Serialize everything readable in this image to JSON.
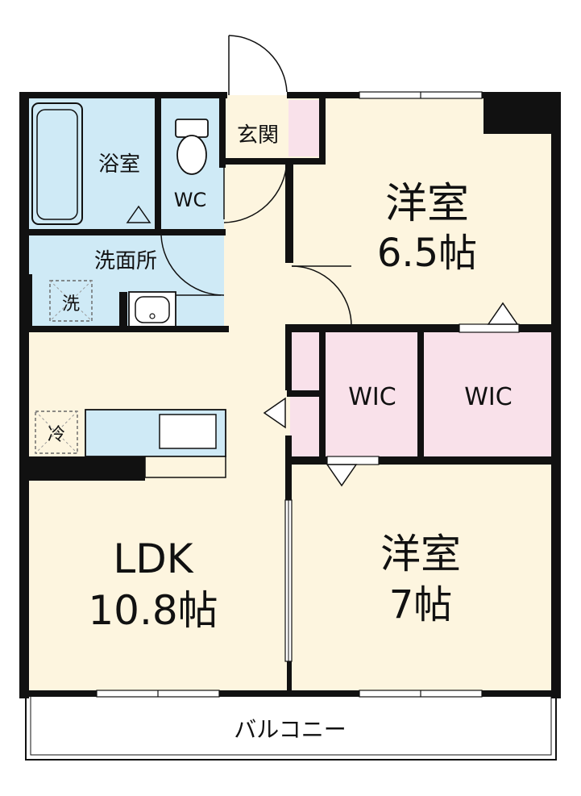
{
  "rooms": {
    "bath": "浴室",
    "wc": "WC",
    "entrance": "玄関",
    "washroom": "洗面所",
    "washer": "洗",
    "fridge": "冷",
    "western1_name": "洋室",
    "western1_size": "6.5帖",
    "wic1": "WIC",
    "wic2": "WIC",
    "ldk_name": "LDK",
    "ldk_size": "10.8帖",
    "western2_name": "洋室",
    "western2_size": "7帖",
    "balcony": "バルコニー"
  },
  "colors": {
    "wet_area": "#cfeaf6",
    "living_floor": "#fdf5df",
    "closet": "#f9e1ea",
    "wall": "#111111"
  }
}
